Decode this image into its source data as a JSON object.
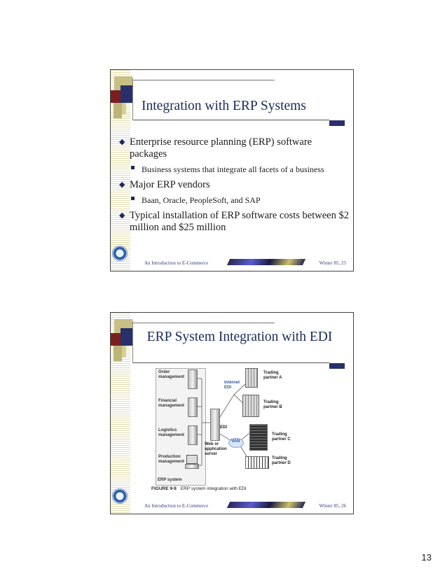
{
  "slides": [
    {
      "title": "Integration with ERP Systems",
      "bullets": [
        {
          "text": "Enterprise resource planning (ERP) software packages",
          "sub": [
            "Business systems that integrate all facets of a business"
          ]
        },
        {
          "text": "Major ERP vendors",
          "sub": [
            "Baan, Oracle, PeopleSoft, and SAP"
          ]
        },
        {
          "text": "Typical installation of ERP software costs between $2 million and $25 million",
          "sub": []
        }
      ],
      "footer_left": "An Introduction to E-Commerce",
      "footer_right": "Winter 85, 25"
    },
    {
      "title": "ERP System Integration with EDI",
      "figure": {
        "modules": [
          "Order management",
          "Financial management",
          "Logistics management",
          "Production management"
        ],
        "erp_label": "ERP system",
        "edi_label": "EDI",
        "server_label": "Web or application server",
        "internet_label": "Internet EDI",
        "van_label": "VAN",
        "partners": [
          "Trading partner A",
          "Trading partner B",
          "Trading partner C",
          "Trading partner D"
        ],
        "caption_num": "FIGURE 9-9",
        "caption_text": "ERP system integration with EDI"
      },
      "footer_left": "An Introduction to E-Commerce",
      "footer_right": "Winter 85, 26"
    }
  ],
  "page_number": "13"
}
